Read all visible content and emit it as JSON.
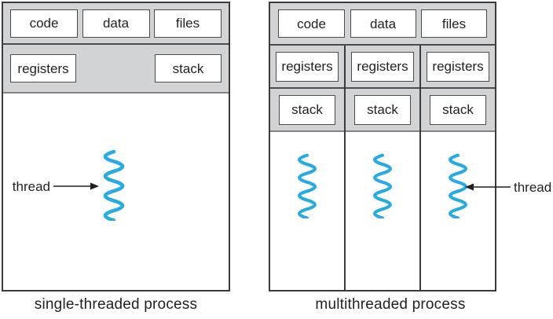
{
  "single": {
    "caption": "single-threaded process",
    "top_cells": [
      "code",
      "data",
      "files"
    ],
    "mid_cells": [
      "registers",
      "stack"
    ],
    "thread_label": "thread"
  },
  "multi": {
    "caption": "multithreaded process",
    "top_cells": [
      "code",
      "data",
      "files"
    ],
    "columns": [
      [
        "registers",
        "stack"
      ],
      [
        "registers",
        "stack"
      ],
      [
        "registers",
        "stack"
      ]
    ],
    "thread_label": "thread"
  },
  "colors": {
    "thread": "#29abe2",
    "panel_gray": "#d2d3d4",
    "border_dark": "#3b3b3d",
    "edge_gray": "#808285",
    "text": "#231f20"
  },
  "icons": {
    "thread_squiggle": "wavy-vertical-line",
    "arrow_right": "right-arrow",
    "arrow_left": "left-arrow"
  }
}
